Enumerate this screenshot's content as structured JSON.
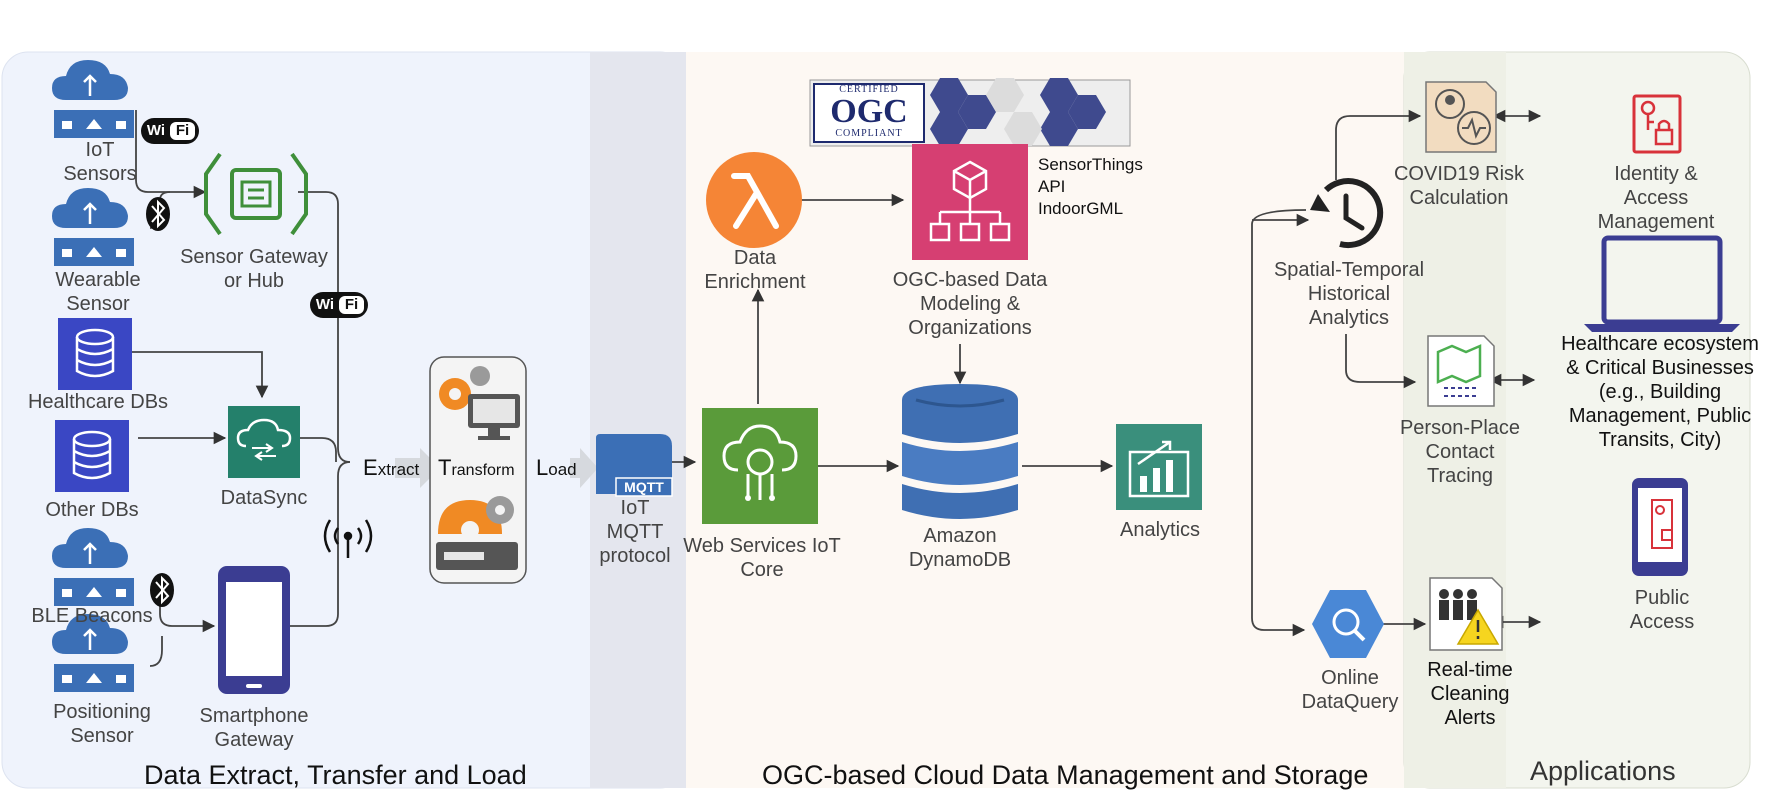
{
  "sections": {
    "etl_title": "Data Extract, Transfer and Load",
    "cloud_title": "OGC-based Cloud Data Management and Storage",
    "apps_title": "Applications"
  },
  "badges": {
    "wifi1_w": "Wi",
    "wifi1_f": "Fi",
    "wifi2_w": "Wi",
    "wifi2_f": "Fi"
  },
  "etl": {
    "iot_sensors": [
      "IoT",
      "Sensors"
    ],
    "wearable_sensor": [
      "Wearable",
      "Sensor"
    ],
    "sensor_gateway": [
      "Sensor Gateway",
      "or Hub"
    ],
    "healthcare_dbs": "Healthcare DBs",
    "other_dbs": "Other DBs",
    "datasync": "DataSync",
    "ble_beacons": "BLE Beacons",
    "positioning_sensor": [
      "Positioning",
      "Sensor"
    ],
    "smartphone_gateway": [
      "Smartphone",
      "Gateway"
    ],
    "extract_cap": "E",
    "extract_rest": "xtract",
    "transform_cap": "T",
    "transform_rest": "ransform",
    "load_cap": "L",
    "load_rest": "oad",
    "mqtt_badge": "MQTT",
    "iot_mqtt": [
      "IoT",
      "MQTT",
      "protocol"
    ]
  },
  "cloud": {
    "ogc_certified": "CERTIFIED",
    "ogc_logo": "OGC",
    "ogc_compliant": "COMPLIANT",
    "sensorthings": [
      "SensorThings",
      "API",
      "IndoorGML"
    ],
    "data_enrichment": [
      "Data",
      "Enrichment"
    ],
    "ogc_modeling": [
      "OGC-based Data",
      "Modeling &",
      "Organizations"
    ],
    "web_services": [
      "Web Services IoT",
      "Core"
    ],
    "dynamodb": [
      "Amazon",
      "DynamoDB"
    ],
    "analytics": "Analytics",
    "spatial_temporal": [
      "Spatial-Temporal",
      "Historical",
      "Analytics"
    ],
    "online_dataquery": [
      "Online",
      "DataQuery"
    ]
  },
  "apps": {
    "covid_risk": [
      "COVID19 Risk",
      "Calculation"
    ],
    "person_place": [
      "Person-Place",
      "Contact",
      "Tracing"
    ],
    "cleaning_alerts": [
      "Real-time",
      "Cleaning",
      "Alerts"
    ],
    "identity_access": [
      "Identity &",
      "Access",
      "Management"
    ],
    "healthcare_ecosystem": [
      "Healthcare ecosystem",
      "& Critical Businesses",
      "(e.g., Building",
      "Management, Public",
      "Transits, City)"
    ],
    "public_access": [
      "Public",
      "Access"
    ]
  },
  "colors": {
    "aws_blue": "#3b6fb6",
    "gateway_green": "#3f8f3a",
    "db_indigo": "#3a47c4",
    "datasync_teal": "#24806b",
    "lambda_orange": "#f58536",
    "ogc_pink": "#d63f72",
    "iot_green": "#5a9b3a",
    "dynamo_blue": "#3f6fb3",
    "analytics_teal": "#3a8f7c",
    "query_blue": "#4a88d6",
    "security_red": "#d8323a",
    "device_indigo": "#3b3d92"
  }
}
